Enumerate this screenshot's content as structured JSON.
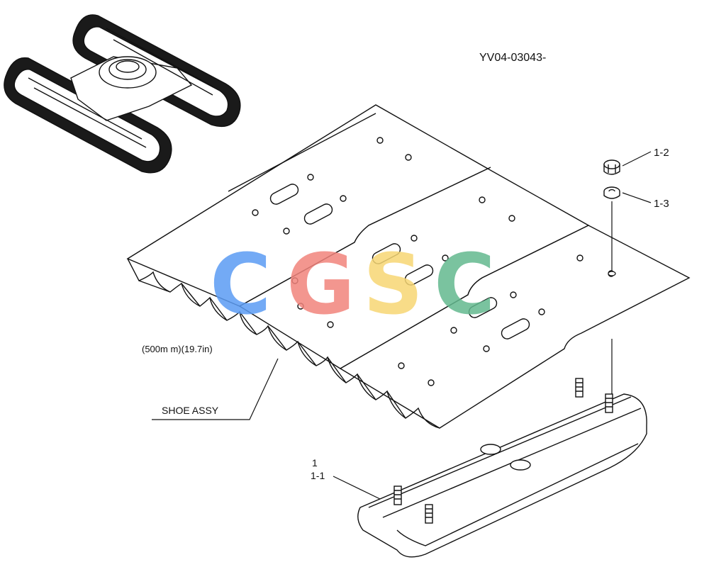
{
  "diagram_code": "YV04-03043-",
  "shoe_width": "(500m m)(19.7in)",
  "assembly_label": "SHOE ASSY",
  "callouts": {
    "nut": "1-2",
    "washer": "1-3",
    "item": "1",
    "shoe": "1-1"
  },
  "watermark": {
    "letters": [
      "C",
      "G",
      "S",
      "C"
    ],
    "colors": [
      "#5b9cf4",
      "#f2847c",
      "#f7d774",
      "#63b98f"
    ]
  },
  "line_color": "#111111"
}
